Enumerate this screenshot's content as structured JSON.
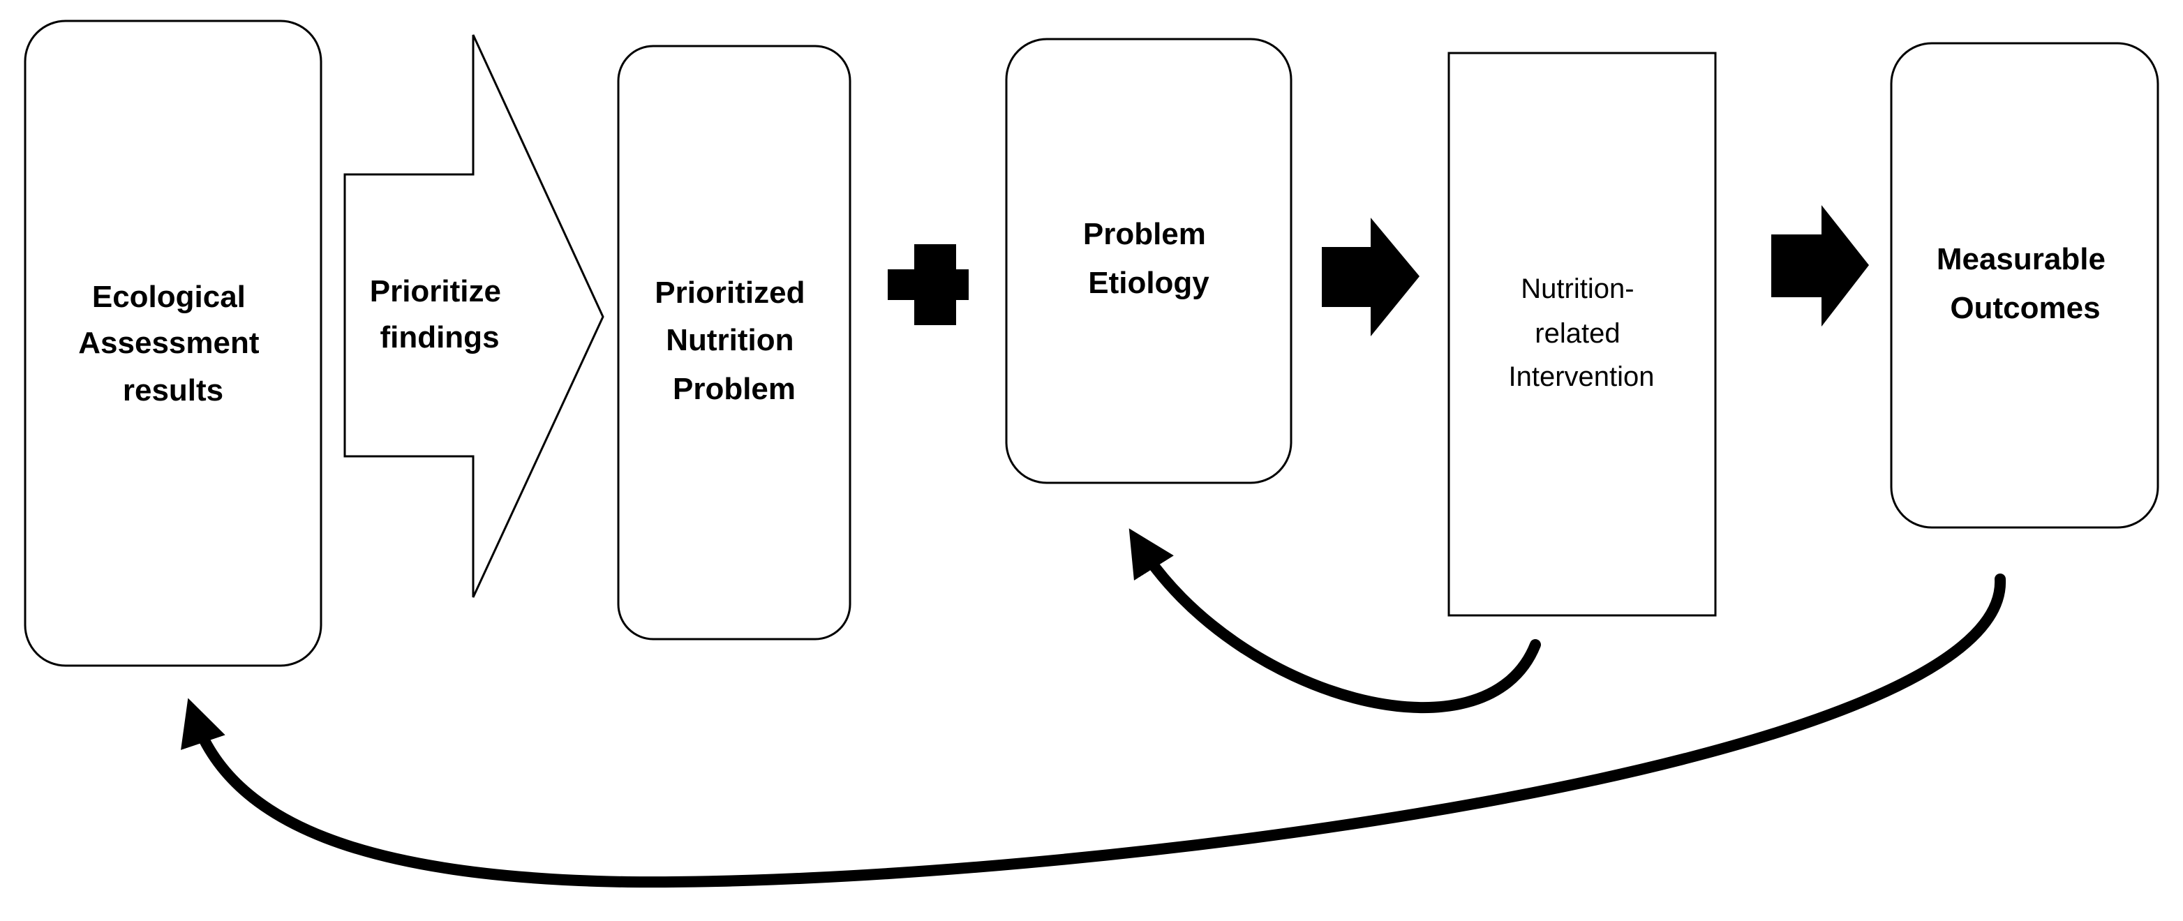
{
  "nodes": {
    "ecological_assessment": {
      "lines": [
        "Ecological",
        "Assessment",
        "results"
      ]
    },
    "prioritize_findings": {
      "lines": [
        "Prioritize",
        "findings"
      ]
    },
    "prioritized_problem": {
      "lines": [
        "Prioritized",
        "Nutrition",
        "Problem"
      ]
    },
    "problem_etiology": {
      "lines": [
        "Problem",
        "Etiology"
      ]
    },
    "nutrition_intervention": {
      "lines": [
        "Nutrition-",
        "related",
        "Intervention"
      ]
    },
    "measurable_outcomes": {
      "lines": [
        "Measurable",
        "Outcomes"
      ]
    }
  },
  "colors": {
    "stroke": "#000000",
    "fill": "#ffffff",
    "text": "#000000"
  },
  "icons": [
    "plus-icon",
    "block-arrow-right-icon",
    "curved-arrow-icon"
  ]
}
